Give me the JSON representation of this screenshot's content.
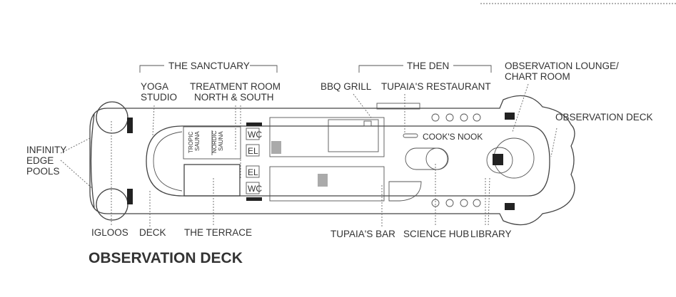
{
  "title": "OBSERVATION DECK",
  "groups": {
    "sanctuary": "THE SANCTUARY",
    "den": "THE DEN"
  },
  "labels": {
    "yoga_1": "YOGA",
    "yoga_2": "STUDIO",
    "treatment_1": "TREATMENT ROOM",
    "treatment_2": "NORTH & SOUTH",
    "bbq": "BBQ GRILL",
    "restaurant": "TUPAIA'S RESTAURANT",
    "lounge_1": "OBSERVATION LOUNGE/",
    "lounge_2": "CHART ROOM",
    "obs_deck": "OBSERVATION DECK",
    "pools_1": "INFINITY",
    "pools_2": "EDGE",
    "pools_3": "POOLS",
    "igloos": "IGLOOS",
    "deck": "DECK",
    "terrace": "THE TERRACE",
    "bar": "TUPAIA'S BAR",
    "science": "SCIENCE HUB",
    "library": "LIBRARY",
    "cooks_nook": "COOK'S NOOK",
    "tropic_1": "TROPIC",
    "tropic_2": "SAUNA",
    "nordic_1": "NORDIC",
    "nordic_2": "SAUNA",
    "wc": "WC",
    "el": "EL"
  }
}
